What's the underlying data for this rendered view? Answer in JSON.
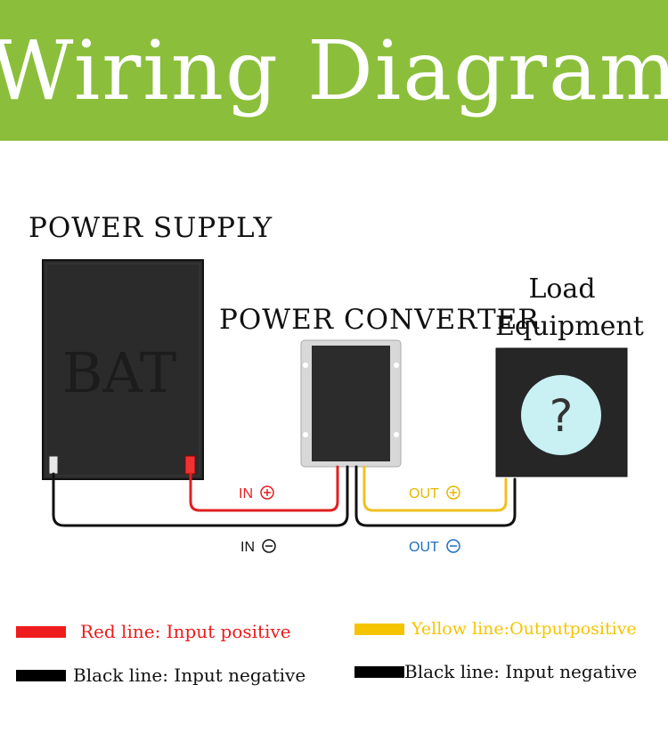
{
  "title": "Wiring Diagram",
  "components": {
    "power_supply": {
      "label": "POWER SUPPLY",
      "battery_text": "BAT"
    },
    "converter": {
      "label": "POWER CONVERTER"
    },
    "load": {
      "label": "Load Equipment",
      "symbol": "?"
    }
  },
  "terminals": {
    "in_positive": "IN",
    "in_negative": "IN",
    "out_positive": "OUT",
    "out_negative": "OUT"
  },
  "legend": [
    {
      "text": "Red line: Input positive",
      "color": "#ee1c1c"
    },
    {
      "text": "Black line: Input negative",
      "color": "#000000"
    },
    {
      "text": "Yellow line:Outputpositive",
      "color": "#f5c400"
    },
    {
      "text": "Black line: Input negative",
      "color": "#000000"
    }
  ],
  "colors": {
    "banner": "#8bbf3b",
    "red_wire": "#e02020",
    "yellow_wire": "#f0c020",
    "black_wire": "#111111",
    "in_label": "#e02020",
    "out_positive_label": "#e6b800",
    "out_negative_label": "#1e6fc0",
    "load_circle": "#c9f0f2"
  }
}
